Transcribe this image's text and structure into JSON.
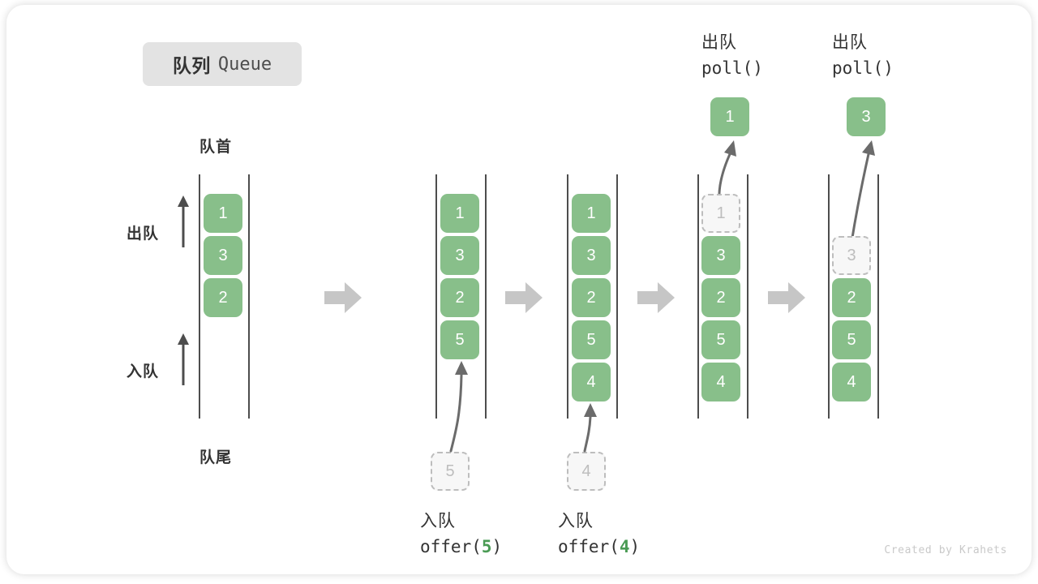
{
  "title": {
    "cn": "队列",
    "en": "Queue"
  },
  "labels": {
    "head": "队首",
    "tail": "队尾",
    "dequeue": "出队",
    "enqueue": "入队"
  },
  "colors": {
    "element_fill": "#88bf8a",
    "element_text": "#ffffff",
    "ghost_fill": "#f7f7f7",
    "ghost_border": "#bdbdbd",
    "ghost_text": "#bdbdbd",
    "rail": "#4d4d4d",
    "flow_arrow": "#c6c6c6",
    "accent_number": "#4a9b54",
    "title_chip_bg": "#e3e3e3",
    "text": "#333333"
  },
  "columns": [
    {
      "id": "initial",
      "caption_cn": "",
      "caption_code_pre": "",
      "caption_code_num": "",
      "caption_code_post": "",
      "items": [
        "1",
        "3",
        "2"
      ],
      "ghost_slot": null,
      "ghost_value": "",
      "popped_value": "",
      "header_cn": "",
      "header_code": ""
    },
    {
      "id": "offer5",
      "caption_cn": "入队",
      "caption_code_pre": "offer(",
      "caption_code_num": "5",
      "caption_code_post": ")",
      "items": [
        "1",
        "3",
        "2",
        "5"
      ],
      "ghost_slot": "below",
      "ghost_value": "5",
      "popped_value": "",
      "header_cn": "",
      "header_code": ""
    },
    {
      "id": "offer4",
      "caption_cn": "入队",
      "caption_code_pre": "offer(",
      "caption_code_num": "4",
      "caption_code_post": ")",
      "items": [
        "1",
        "3",
        "2",
        "5",
        "4"
      ],
      "ghost_slot": "below",
      "ghost_value": "4",
      "popped_value": "",
      "header_cn": "",
      "header_code": ""
    },
    {
      "id": "poll1",
      "caption_cn": "",
      "caption_code_pre": "",
      "caption_code_num": "",
      "caption_code_post": "",
      "items": [
        "3",
        "2",
        "5",
        "4"
      ],
      "ghost_slot": 0,
      "ghost_value": "1",
      "popped_value": "1",
      "header_cn": "出队",
      "header_code": "poll()"
    },
    {
      "id": "poll3",
      "caption_cn": "",
      "caption_code_pre": "",
      "caption_code_num": "",
      "caption_code_post": "",
      "items": [
        "2",
        "5",
        "4"
      ],
      "ghost_slot": 1,
      "ghost_value": "3",
      "popped_value": "3",
      "header_cn": "出队",
      "header_code": "poll()"
    }
  ],
  "credit": "Created by Krahets"
}
